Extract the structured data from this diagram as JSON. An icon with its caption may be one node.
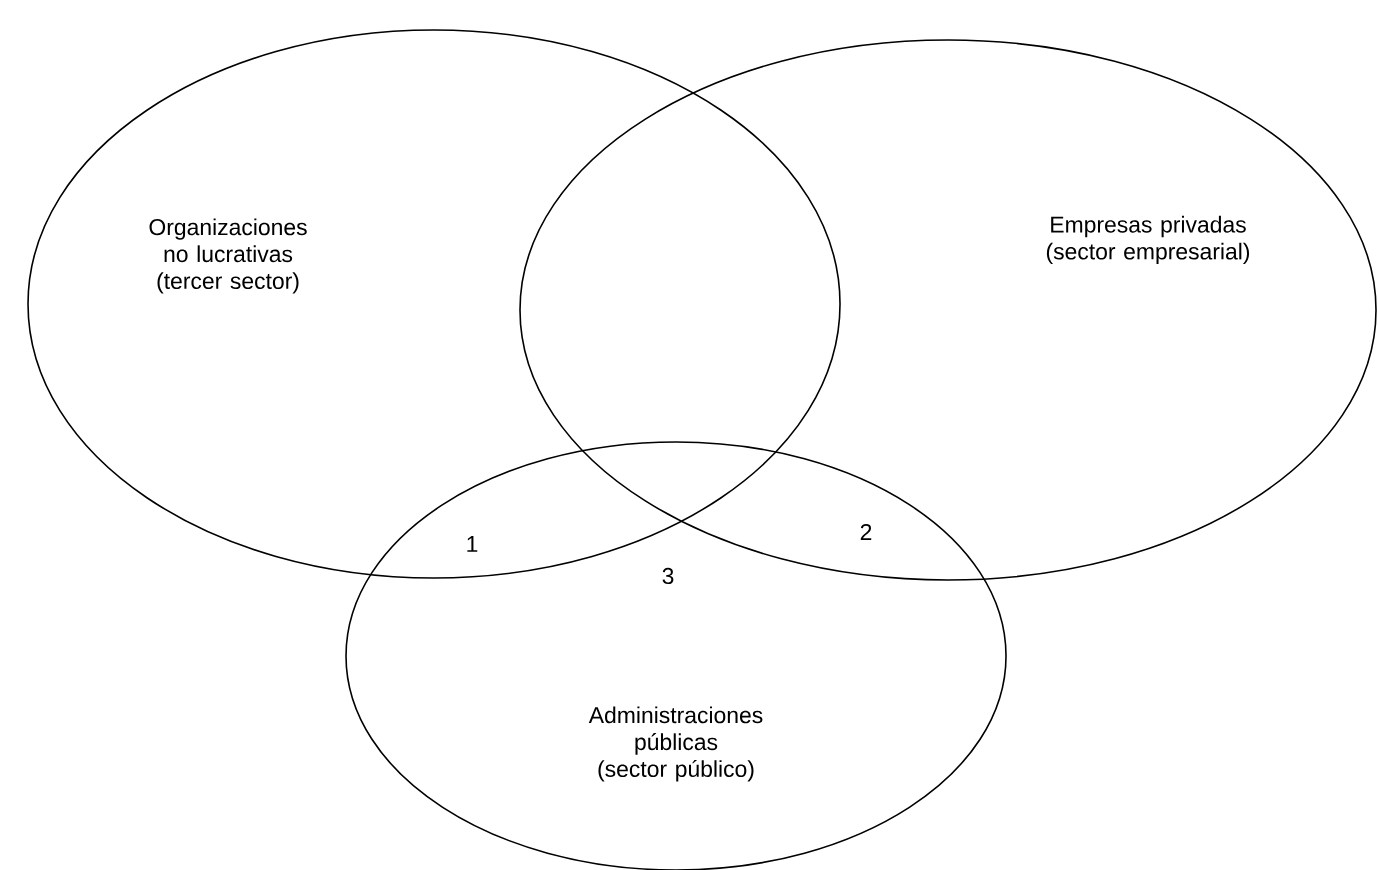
{
  "diagram": {
    "nodes": [
      {
        "text": [
          "Organizaciones no lucrativas",
          "(tercer sector)"
        ]
      },
      {
        "text": [
          "Empresas privadas",
          "(sector empresarial)"
        ]
      },
      {
        "text": [
          "Administraciones públicas",
          "(sector público)"
        ]
      }
    ],
    "labels": [
      "1",
      "2",
      "3"
    ]
  }
}
